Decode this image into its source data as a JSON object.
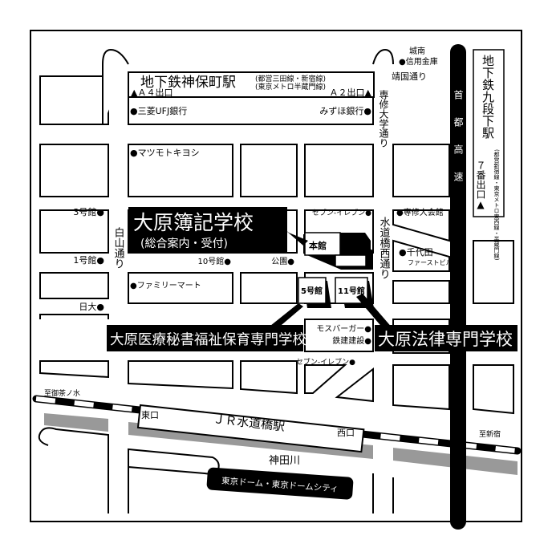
{
  "colors": {
    "ink": "#000000",
    "paper": "#ffffff",
    "river": "#999999"
  },
  "stations": {
    "jimbocho": {
      "name": "地下鉄神保町駅",
      "lines1": "(都営三田線・新宿線)",
      "lines2": "(東京メトロ半蔵門線)",
      "exit_a4": "▲Ａ４出口",
      "exit_a2": "Ａ２出口▲"
    },
    "kudanshita": {
      "name": "地下鉄九段下駅",
      "lines": "(都営新宿線・東京メトロ東西線・半蔵門線)",
      "exit": "７番出口▲"
    },
    "suidobashi": {
      "name": "ＪＲ水道橋駅",
      "east": "東口",
      "west": "西口",
      "to_ochanomizu": "至御茶ノ水",
      "to_shinjuku": "至新宿"
    }
  },
  "roads": {
    "yasukuni": "靖国通り",
    "senshu": "専修大学通り",
    "hakusan": "白山通り",
    "suidobashi_nishi": "水道橋西通り",
    "shuto": "首都高速",
    "river": "神田川"
  },
  "landmarks": {
    "jonan1": "城南",
    "jonan2": "●信用金庫",
    "mufg": "●三菱UFJ銀行",
    "mizuho": "みずほ銀行●",
    "matsukiyo": "●マツモトキヨシ",
    "bldg3": "3号館●",
    "bldg1": "1号館●",
    "nichidai": "日大●",
    "bldg10": "10号館●",
    "park": "公園●",
    "seven1": "セブン-イレブン●",
    "senshu_hall": "●専修大会館",
    "chiyoda1": "●千代田",
    "chiyoda2": "ファーストビル",
    "familymart": "●ファミリーマート",
    "mos": "モスバーガー●",
    "tekken": "鉄建建設●",
    "seven2": "セブン-イレブン●",
    "dome": "東京ドーム・東京ドームシティ"
  },
  "buildings": {
    "main": "本館",
    "b5": "5号館",
    "b11": "11号館"
  },
  "schools": {
    "boki": "大原簿記学校",
    "boki_sub": "(総合案内・受付)",
    "iryo": "大原医療秘書福祉保育専門学校",
    "horitsu": "大原法律専門学校"
  }
}
